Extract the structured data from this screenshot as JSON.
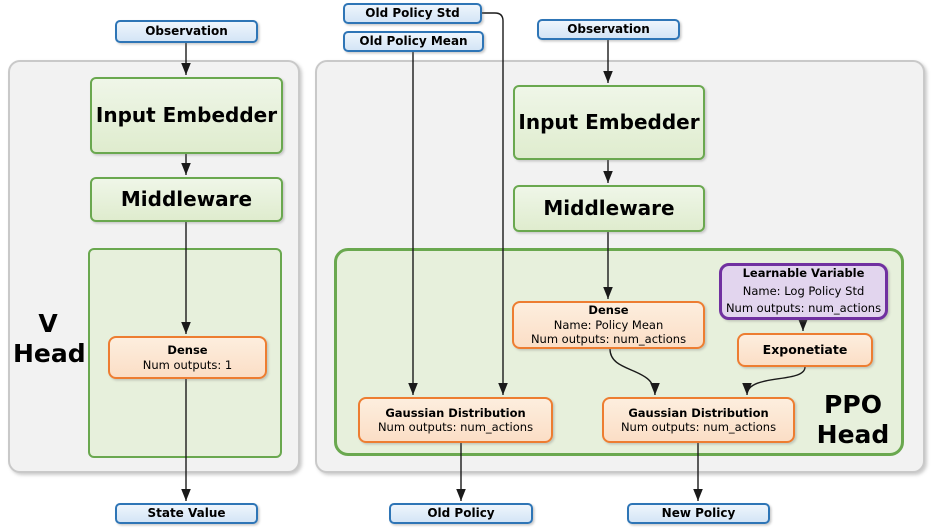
{
  "colors": {
    "blue_border": "#2e75b6",
    "blue_fill": "#dbe8f7",
    "green_border": "#6aa84f",
    "green_fill": "#e3efd8",
    "orange_border": "#ed7d31",
    "orange_fill": "#fce5d3",
    "purple_border": "#7030a0",
    "purple_fill": "#e2d5ee",
    "gray_border": "#c9c9c9",
    "gray_fill": "#f2f2f2",
    "arrow": "#1a1a1a"
  },
  "io": {
    "observation_left": "Observation",
    "observation_right": "Observation",
    "old_policy_std": "Old Policy Std",
    "old_policy_mean": "Old Policy Mean",
    "state_value": "State Value",
    "old_policy": "Old Policy",
    "new_policy": "New Policy"
  },
  "v_head": {
    "label": {
      "line1": "V",
      "line2": "Head"
    },
    "input_embedder": "Input Embedder",
    "middleware": "Middleware",
    "dense": {
      "title": "Dense",
      "outputs": "Num outputs: 1"
    }
  },
  "ppo_head": {
    "label": {
      "line1": "PPO",
      "line2": "Head"
    },
    "input_embedder": "Input Embedder",
    "middleware": "Middleware",
    "dense_policy_mean": {
      "title": "Dense",
      "name": "Name: Policy Mean",
      "outputs": "Num outputs: num_actions"
    },
    "learnable_variable": {
      "title": "Learnable Variable",
      "name": "Name: Log Policy Std",
      "outputs": "Num outputs: num_actions"
    },
    "exponetiate": "Exponetiate",
    "gaussian_old": {
      "title": "Gaussian Distribution",
      "outputs": "Num outputs: num_actions"
    },
    "gaussian_new": {
      "title": "Gaussian Distribution",
      "outputs": "Num outputs: num_actions"
    }
  }
}
